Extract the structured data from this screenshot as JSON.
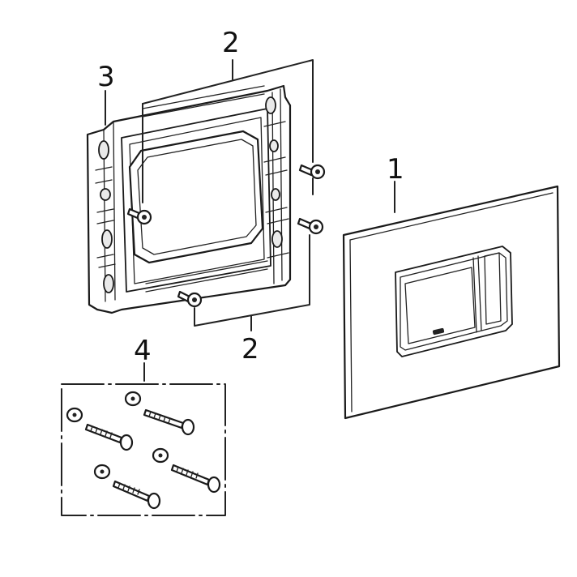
{
  "callouts": {
    "plate": "1",
    "screws_top": "2",
    "screws_bottom": "2",
    "frame": "3",
    "fixing_set": "4"
  }
}
